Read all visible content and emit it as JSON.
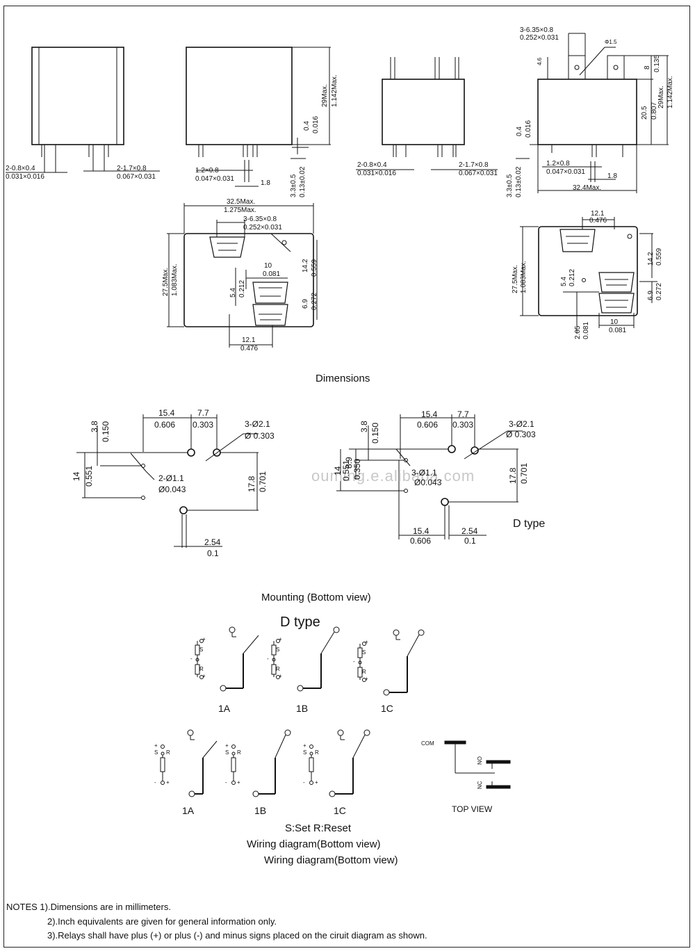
{
  "captions": {
    "dimensions": "Dimensions",
    "mounting": "Mounting (Bottom view)",
    "d_type_mount": "D type",
    "d_type_wiring": "D type",
    "set_reset": "S:Set  R:Reset",
    "wiring_1": "Wiring diagram(Bottom view)",
    "wiring_2": "Wiring diagram(Bottom view)",
    "top_view": "TOP VIEW"
  },
  "watermark": "ouming.e.alibaba.com",
  "side_views": {
    "v1": {
      "pins_left": [
        "2-0.8×0.4",
        "0.031×0.016"
      ],
      "pins_right": [
        "2-1.7×0.8",
        "0.067×0.031"
      ]
    },
    "v2": {
      "height": [
        "29Max.",
        "1.142Max."
      ],
      "t": [
        "0.4",
        "0.016"
      ],
      "pin": [
        "1.2×0.8",
        "0.047×0.031"
      ],
      "pin_len": "1.8",
      "stand": [
        "3.3±0.5",
        "0.13±0.02"
      ]
    },
    "v3": {
      "pins_left": [
        "2-0.8×0.4",
        "0.031×0.016"
      ],
      "pins_right": [
        "2-1.7×0.8",
        "0.067×0.031"
      ]
    },
    "v4": {
      "tab": [
        "3-6.35×0.8",
        "0.252×0.031"
      ],
      "hole": "Φ1.5",
      "tab_h": [
        "8",
        "0.135"
      ],
      "body": [
        "20.5",
        "0.807"
      ],
      "height": [
        "29Max.",
        "1.142Max."
      ],
      "t": [
        "0.4",
        "0.016"
      ],
      "pin": [
        "1.2×0.8",
        "0.047×0.031"
      ],
      "pin_len": "1.8",
      "stand": [
        "3.3±0.5",
        "0.13±0.02"
      ],
      "width": "32.4Max.",
      "small": "4.6"
    }
  },
  "top_views": {
    "left": {
      "width": [
        "32.5Max.",
        "1.275Max."
      ],
      "tab": [
        "3-6.35×0.8",
        "0.252×0.031"
      ],
      "depth": [
        "27.5Max.",
        "1.083Max."
      ],
      "a": [
        "10",
        "0.081"
      ],
      "b": [
        "5.4",
        "0.212"
      ],
      "c": [
        "14.2",
        "0.559"
      ],
      "d": [
        "6.9",
        "0.272"
      ],
      "e": [
        "12.1",
        "0.476"
      ]
    },
    "right": {
      "top": [
        "12.1",
        "0.476"
      ],
      "depth": [
        "27.5Max.",
        "1.083Max."
      ],
      "b": [
        "5.4",
        "0.212"
      ],
      "c": [
        "14.2",
        "0.559"
      ],
      "d": [
        "6.9",
        "0.272"
      ],
      "f": [
        "2.05",
        "0.081"
      ],
      "a": [
        "10",
        "0.081"
      ]
    }
  },
  "mounting": {
    "left": {
      "w1": [
        "15.4",
        "0.606"
      ],
      "w2": [
        "7.7",
        "0.303"
      ],
      "h1": [
        "3.8",
        "0.150"
      ],
      "h2": [
        "14",
        "0.551"
      ],
      "h3": [
        "17.8",
        "0.701"
      ],
      "hole_big": [
        "3-Ø2.1",
        "Ø 0.303"
      ],
      "hole_small": [
        "2-Ø1.1",
        "Ø0.043"
      ],
      "p": [
        "2.54",
        "0.1"
      ]
    },
    "right": {
      "w1": [
        "15.4",
        "0.606"
      ],
      "w2": [
        "7.7",
        "0.303"
      ],
      "h1": [
        "3.8",
        "0.150"
      ],
      "h2": [
        "14",
        "0.551"
      ],
      "h4": [
        "8.9",
        "0.350"
      ],
      "h3": [
        "17.8",
        "0.701"
      ],
      "hole_big": [
        "3-Ø2.1",
        "Ø 0.303"
      ],
      "hole_small": [
        "3-Ø1.1",
        "Ø0.043"
      ],
      "w3": [
        "15.4",
        "0.606"
      ],
      "p": [
        "2.54",
        "0.1"
      ]
    }
  },
  "wiring": {
    "coil_s": "S",
    "coil_r": "R",
    "plus": "+",
    "minus": "-",
    "labels_top": [
      "1A",
      "1B",
      "1C"
    ],
    "labels_bottom": [
      "1A",
      "1B",
      "1C"
    ],
    "com": "COM",
    "no": "NO",
    "nc": "NC"
  },
  "notes": {
    "n1": "NOTES 1).Dimensions are in millimeters.",
    "n2": "2).Inch equivalents are given for general information only.",
    "n3": "3).Relays shall have plus (+) or plus (-) and minus signs placed on the ciruit diagram as shown."
  }
}
